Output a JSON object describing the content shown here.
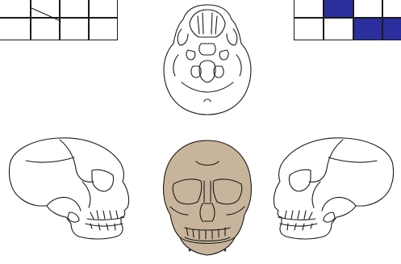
{
  "colors": {
    "outline": "#1a1a1a",
    "background": "#ffffff",
    "selected_cell": "#2b2f9e",
    "front_skull_fill": "#c8b49a"
  },
  "view_selector_left": {
    "rows": [
      [
        "empty",
        "empty",
        "empty",
        "empty"
      ],
      [
        "empty",
        "empty",
        "empty",
        "empty"
      ]
    ],
    "selected_cells": [],
    "has_diagonal_mark": true
  },
  "view_selector_right": {
    "rows": [
      [
        "empty",
        "selected",
        "empty",
        "empty"
      ],
      [
        "empty",
        "empty",
        "selected",
        "selected"
      ]
    ],
    "selected_cells": [
      [
        0,
        1
      ],
      [
        1,
        2
      ],
      [
        1,
        3
      ]
    ]
  },
  "views": [
    {
      "name": "inferior",
      "highlighted": false
    },
    {
      "name": "left-lateral",
      "highlighted": false
    },
    {
      "name": "anterior",
      "highlighted": true
    },
    {
      "name": "right-lateral",
      "highlighted": false
    }
  ]
}
